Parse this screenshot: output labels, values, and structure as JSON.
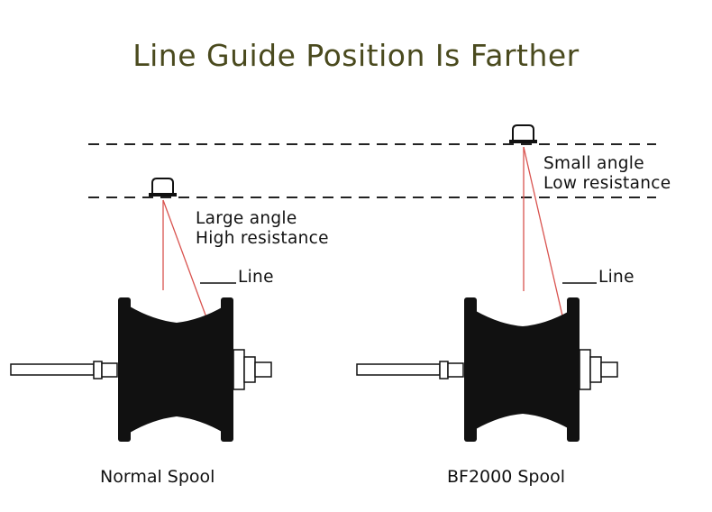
{
  "title": "Line Guide Position Is Farther",
  "normal": {
    "annotation_line1": "Large angle",
    "annotation_line2": "High resistance",
    "line_label": "Line",
    "caption": "Normal Spool"
  },
  "bf2000": {
    "annotation_line1": "Small angle",
    "annotation_line2": "Low resistance",
    "line_label": "Line",
    "caption": "BF2000 Spool"
  },
  "colors": {
    "title": "#4a4a1e",
    "line": "#d9534f",
    "spool": "#111111"
  }
}
